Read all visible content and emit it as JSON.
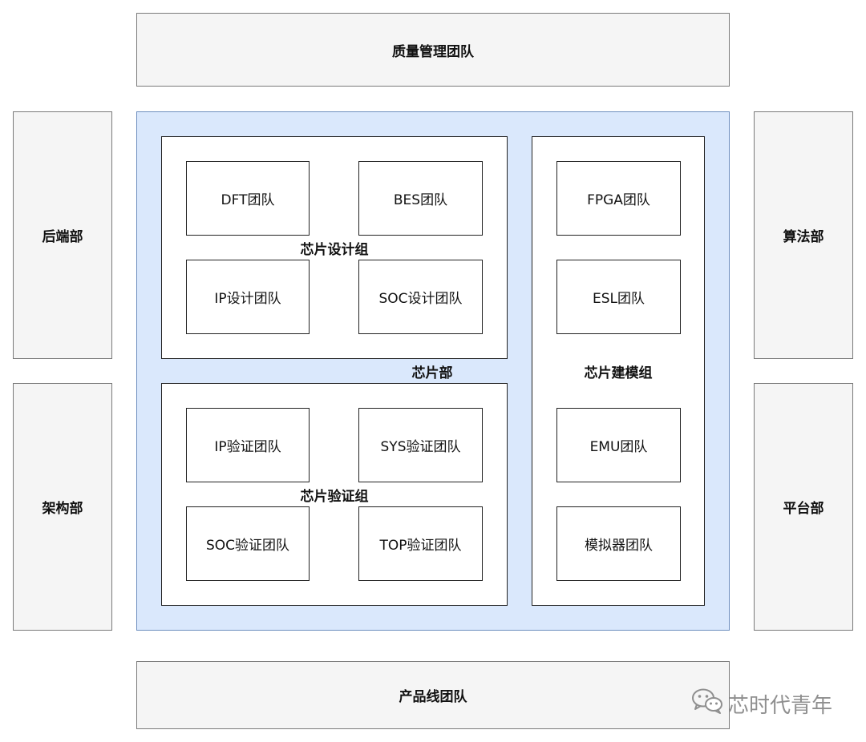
{
  "outer": {
    "top": "质量管理团队",
    "bottom": "产品线团队",
    "left_top": "后端部",
    "left_bottom": "架构部",
    "right_top": "算法部",
    "right_bottom": "平台部"
  },
  "chip_dept": {
    "label": "芯片部",
    "design_group": {
      "label": "芯片设计组",
      "teams": [
        "DFT团队",
        "BES团队",
        "IP设计团队",
        "SOC设计团队"
      ]
    },
    "verify_group": {
      "label": "芯片验证组",
      "teams": [
        "IP验证团队",
        "SYS验证团队",
        "SOC验证团队",
        "TOP验证团队"
      ]
    },
    "model_group": {
      "label": "芯片建模组",
      "teams": [
        "FPGA团队",
        "ESL团队",
        "EMU团队",
        "模拟器团队"
      ]
    }
  },
  "watermark": {
    "text": "芯时代青年",
    "icon": "wechat-icon"
  },
  "colors": {
    "chip_dept_fill": "#dae8fc",
    "chip_dept_border": "#6c8ebf",
    "side_fill": "#f5f5f5"
  }
}
